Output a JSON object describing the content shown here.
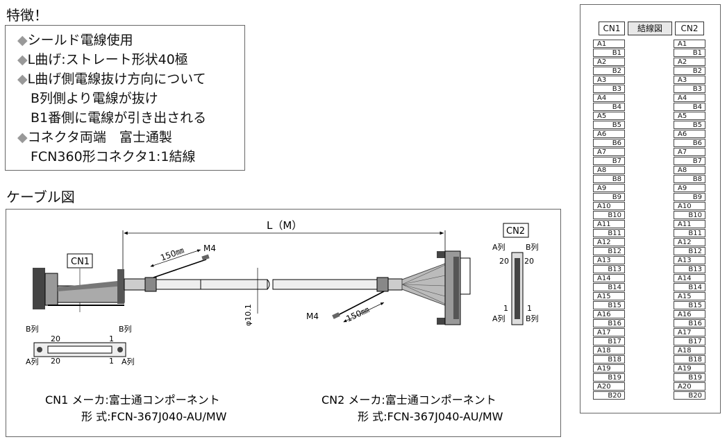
{
  "features": {
    "title": "特徴！",
    "bullet": "◆",
    "lines": [
      {
        "bullet": true,
        "text": "シールド電線使用"
      },
      {
        "bullet": true,
        "text": "L曲げ:ストレート形状40極"
      },
      {
        "bullet": true,
        "text": "L曲げ側電線抜け方向について"
      },
      {
        "bullet": false,
        "text": "B列側より電線が抜け"
      },
      {
        "bullet": false,
        "text": "B1番側に電線が引き出される"
      },
      {
        "bullet": true,
        "text": "コネクタ両端　富士通製"
      },
      {
        "bullet": false,
        "text": "FCN360形コネクタ1:1結線"
      }
    ]
  },
  "cable": {
    "title": "ケーブル図",
    "length_label": "L（M）",
    "branch_length": "150㎜",
    "screw": "M4",
    "diameter": "φ10.1",
    "cn1_label": "CN1",
    "cn2_label": "CN2",
    "row_b": "B列",
    "row_a": "A列",
    "pin_20": "20",
    "pin_1": "1",
    "cn1_spec": {
      "maker": "CN1 メーカ:富士通コンポーネント",
      "model": "形 式:FCN-367J040-AU/MW"
    },
    "cn2_spec": {
      "maker": "CN2 メーカ:富士通コンポーネント",
      "model": "形 式:FCN-367J040-AU/MW"
    }
  },
  "wiring": {
    "cn1": "CN1",
    "title": "結線図",
    "cn2": "CN2",
    "pins": [
      {
        "a": "A1",
        "b": "B1"
      },
      {
        "a": "A2",
        "b": "B2"
      },
      {
        "a": "A3",
        "b": "B3"
      },
      {
        "a": "A4",
        "b": "B4"
      },
      {
        "a": "A5",
        "b": "B5"
      },
      {
        "a": "A6",
        "b": "B6"
      },
      {
        "a": "A7",
        "b": "B7"
      },
      {
        "a": "A8",
        "b": "B8"
      },
      {
        "a": "A9",
        "b": "B9"
      },
      {
        "a": "A10",
        "b": "B10"
      },
      {
        "a": "A11",
        "b": "B11"
      },
      {
        "a": "A12",
        "b": "B12"
      },
      {
        "a": "A13",
        "b": "B13"
      },
      {
        "a": "A14",
        "b": "B14"
      },
      {
        "a": "A15",
        "b": "B15"
      },
      {
        "a": "A16",
        "b": "B16"
      },
      {
        "a": "A17",
        "b": "B17"
      },
      {
        "a": "A18",
        "b": "B18"
      },
      {
        "a": "A19",
        "b": "B19"
      },
      {
        "a": "A20",
        "b": "B20"
      }
    ]
  }
}
